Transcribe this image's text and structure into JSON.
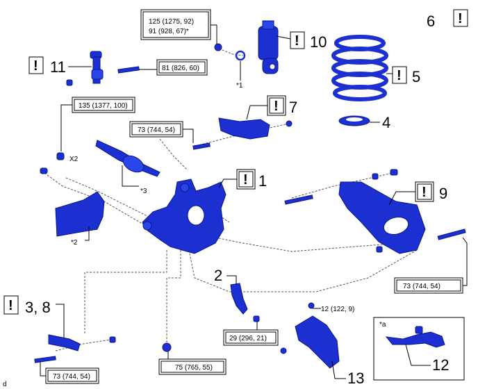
{
  "figure_id": "d",
  "warning_symbol": "!",
  "callouts": {
    "n1": "1",
    "n2": "2",
    "n3_8": "3, 8",
    "n4": "4",
    "n5": "5",
    "n6": "6",
    "n7": "7",
    "n9": "9",
    "n10": "10",
    "n11": "11",
    "n12": "12",
    "n13": "13"
  },
  "torques": {
    "t125_line1": "125 (1275, 92)",
    "t125_line2": "91 (928, 67)*",
    "t81": "81 (826, 60)",
    "t135": "135 (1377, 100)",
    "t73_upper": "73 (744, 54)",
    "t73_right": "73 (744, 54)",
    "t73_bottom": "73 (744, 54)",
    "t29": "29 (296, 21)",
    "t12": "12 (122, 9)",
    "t75": "75 (765, 55)"
  },
  "notes": {
    "star1": "*1",
    "star2": "*2",
    "star3": "*3",
    "stara": "*a",
    "x2": "X2"
  }
}
